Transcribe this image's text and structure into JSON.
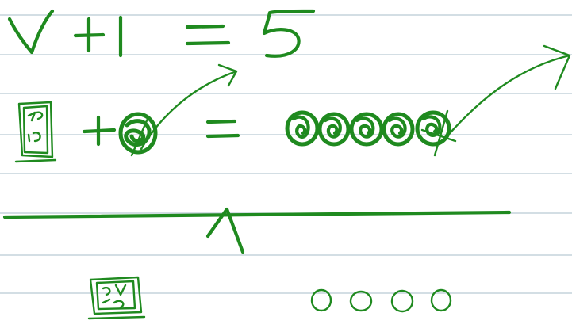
{
  "equation_text": "x + 1 = 5",
  "ink_color": "#1f8a1f",
  "paper_color": "#ffffff",
  "rule_color": "#b9c9d3",
  "model_top": {
    "box_count": 1,
    "left_counter_count": 1,
    "right_counter_count": 5,
    "crossed_counters_each_side": 1
  },
  "balance_line": "present",
  "model_bottom": {
    "box_count": 1,
    "right_counter_count": 4
  }
}
